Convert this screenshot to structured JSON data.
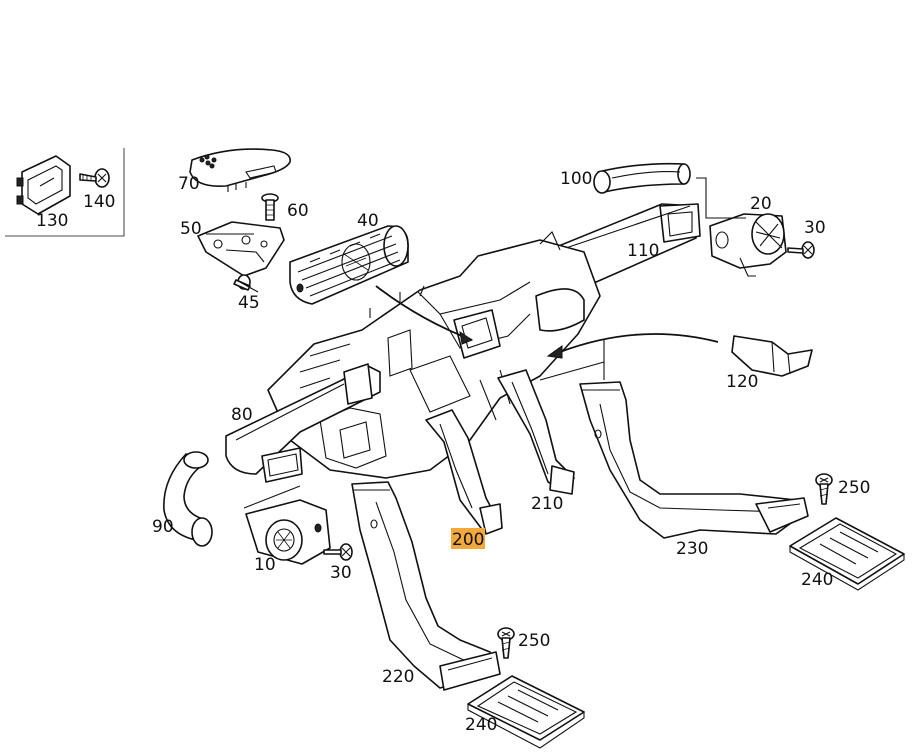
{
  "labels": {
    "p10": "10",
    "p20": "20",
    "p30a": "30",
    "p30b": "30",
    "p40": "40",
    "p45": "45",
    "p50": "50",
    "p60": "60",
    "p70": "70",
    "p80": "80",
    "p90": "90",
    "p100": "100",
    "p110": "110",
    "p120": "120",
    "p130": "130",
    "p140": "140",
    "p200": "200",
    "p210": "210",
    "p220": "220",
    "p230": "230",
    "p240a": "240",
    "p240b": "240",
    "p250a": "250",
    "p250b": "250"
  },
  "highlighted_label": "200",
  "colors": {
    "line": "#111111",
    "background": "#ffffff",
    "highlight": "#f3a83b"
  }
}
